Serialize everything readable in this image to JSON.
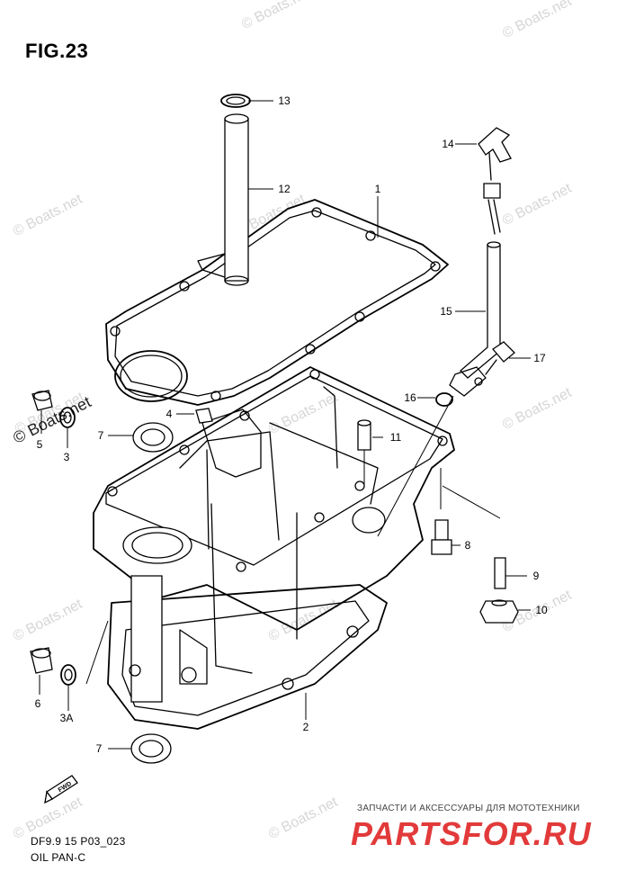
{
  "title": "FIG.23",
  "part_labels": [
    {
      "id": "p13",
      "text": "13"
    },
    {
      "id": "p12",
      "text": "12"
    },
    {
      "id": "p1",
      "text": "1"
    },
    {
      "id": "p14",
      "text": "14"
    },
    {
      "id": "p15",
      "text": "15"
    },
    {
      "id": "p17",
      "text": "17"
    },
    {
      "id": "p16",
      "text": "16"
    },
    {
      "id": "p4",
      "text": "4"
    },
    {
      "id": "p11",
      "text": "11"
    },
    {
      "id": "p5",
      "text": "5"
    },
    {
      "id": "p3",
      "text": "3"
    },
    {
      "id": "p7a",
      "text": "7"
    },
    {
      "id": "p8",
      "text": "8"
    },
    {
      "id": "p9",
      "text": "9"
    },
    {
      "id": "p10",
      "text": "10"
    },
    {
      "id": "p6",
      "text": "6"
    },
    {
      "id": "p3a",
      "text": "3A"
    },
    {
      "id": "p2",
      "text": "2"
    },
    {
      "id": "p7b",
      "text": "7"
    }
  ],
  "watermark_text": "© Boats.net",
  "fwd_label": "FWD",
  "footer": {
    "model": "DF9.9 15 P03_023",
    "name": "OIL PAN-C"
  },
  "ad": {
    "tagline": "ЗАПЧАСТИ И АКСЕССУАРЫ ДЛЯ МОТОТЕХНИКИ",
    "logo": "PARTSFOR.RU"
  }
}
